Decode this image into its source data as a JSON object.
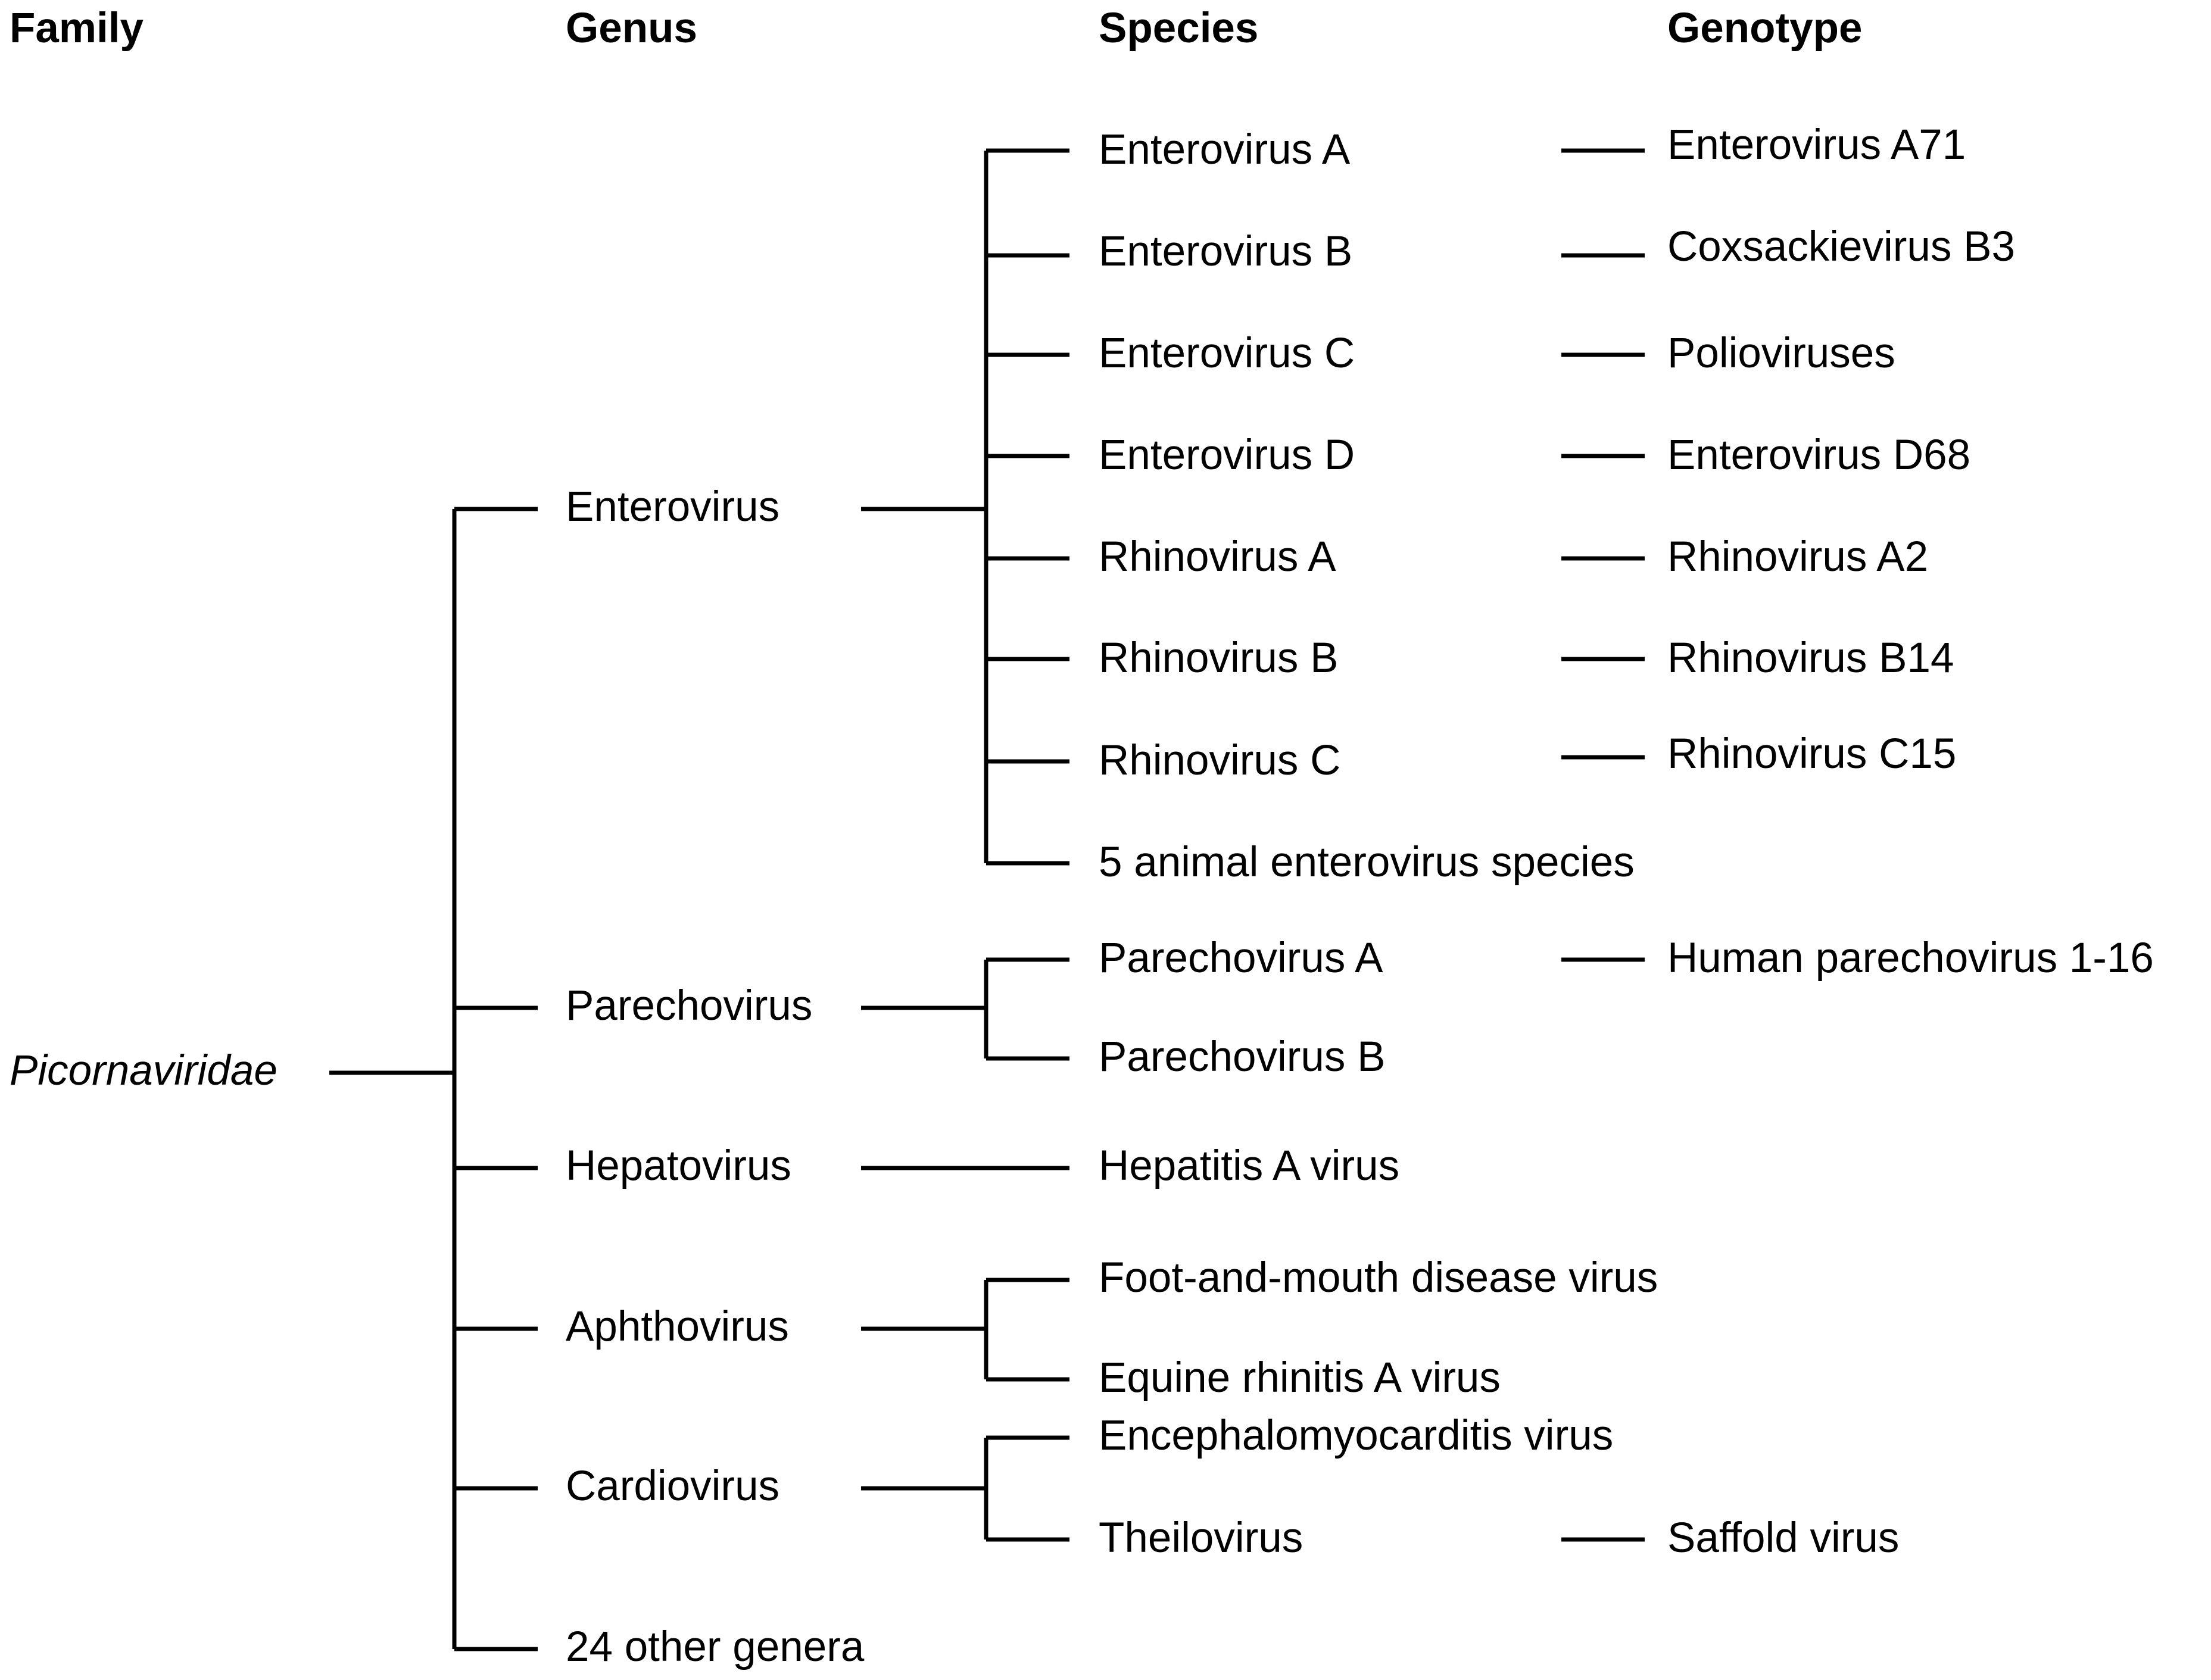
{
  "headers": {
    "family": "Family",
    "genus": "Genus",
    "species": "Species",
    "genotype": "Genotype"
  },
  "family": {
    "name": "Picornaviridae"
  },
  "genera": [
    {
      "name": "Enterovirus",
      "species": [
        {
          "name": "Enterovirus A",
          "genotype": "Enterovirus A71"
        },
        {
          "name": "Enterovirus B",
          "genotype": "Coxsackievirus B3"
        },
        {
          "name": "Enterovirus C",
          "genotype": "Polioviruses"
        },
        {
          "name": "Enterovirus D",
          "genotype": "Enterovirus D68"
        },
        {
          "name": "Rhinovirus A",
          "genotype": "Rhinovirus A2"
        },
        {
          "name": "Rhinovirus B",
          "genotype": "Rhinovirus B14"
        },
        {
          "name": "Rhinovirus C",
          "genotype": "Rhinovirus C15"
        },
        {
          "name": "5 animal enterovirus species"
        }
      ]
    },
    {
      "name": "Parechovirus",
      "species": [
        {
          "name": "Parechovirus A",
          "genotype": "Human parechovirus 1-16"
        },
        {
          "name": "Parechovirus B"
        }
      ]
    },
    {
      "name": "Hepatovirus",
      "species": [
        {
          "name": "Hepatitis A virus"
        }
      ]
    },
    {
      "name": "Aphthovirus",
      "species": [
        {
          "name": "Foot-and-mouth disease virus"
        },
        {
          "name": "Equine rhinitis A virus"
        }
      ]
    },
    {
      "name": "Cardiovirus",
      "species": [
        {
          "name": "Encephalomyocarditis virus"
        },
        {
          "name": "Theilovirus",
          "genotype": "Saffold virus"
        }
      ]
    },
    {
      "name": "24 other genera",
      "species": []
    }
  ]
}
